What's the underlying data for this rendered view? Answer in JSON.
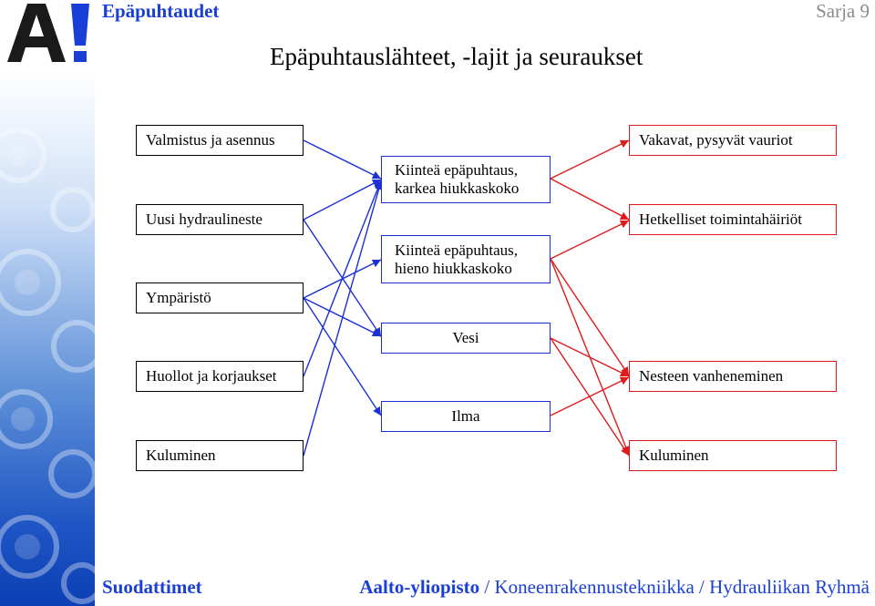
{
  "header": {
    "brand": "Epäpuhtaudet",
    "series": "Sarja 9",
    "title": "Epäpuhtauslähteet, -lajit ja seuraukset"
  },
  "logo": {
    "text": "A!"
  },
  "sources": [
    "Valmistus ja asennus",
    "Uusi hydraulineste",
    "Ympäristö",
    "Huollot ja korjaukset",
    "Kuluminen"
  ],
  "types": [
    {
      "line1": "Kiinteä epäpuhtaus,",
      "line2": "karkea hiukkaskoko"
    },
    {
      "line1": "Kiinteä epäpuhtaus,",
      "line2": "hieno hiukkaskoko"
    },
    {
      "line1": "Vesi"
    },
    {
      "line1": "Ilma"
    }
  ],
  "effects": [
    "Vakavat, pysyvät vauriot",
    "Hetkelliset toimintahäiriöt",
    "Nesteen vanheneminen",
    "Kuluminen"
  ],
  "colors": {
    "brand": "#1a3fd6",
    "source_border": "#000000",
    "type_border": "#1a2fd6",
    "effect_border": "#e01a1a"
  },
  "footer": {
    "left": "Suodattimet",
    "university": "Aalto-yliopisto",
    "sep1": " / ",
    "department": "Koneenrakennustekniikka",
    "sep2": " / ",
    "group": "Hydrauliikan Ryhmä"
  }
}
